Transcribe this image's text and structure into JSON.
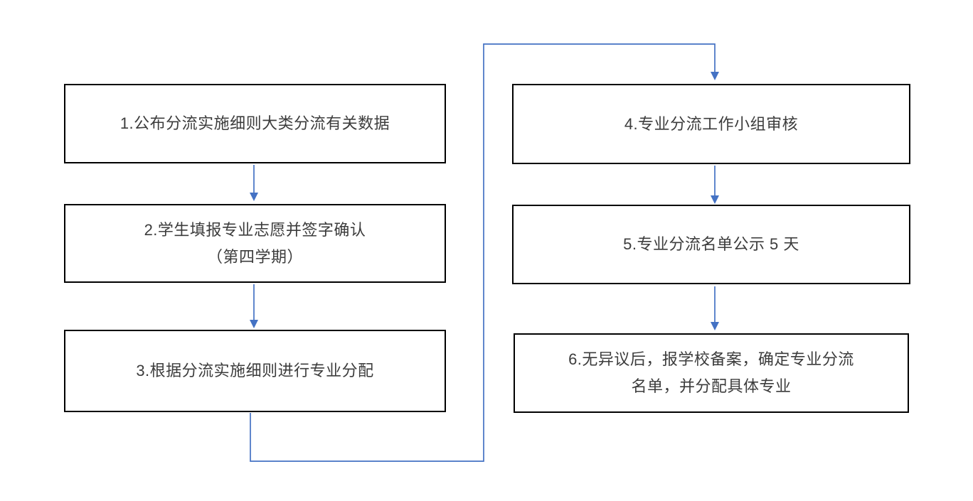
{
  "diagram": {
    "type": "flowchart",
    "description_not_shown_on_screen": false,
    "steps": [
      {
        "id": "step-1",
        "label": "1.公布分流实施细则大类分流有关数据"
      },
      {
        "id": "step-2",
        "label": "2.学生填报专业志愿并签字确认\n（第四学期）"
      },
      {
        "id": "step-3",
        "label": "3.根据分流实施细则进行专业分配"
      },
      {
        "id": "step-4",
        "label": "4.专业分流工作小组审核"
      },
      {
        "id": "step-5",
        "label": "5.专业分流名单公示 5 天"
      },
      {
        "id": "step-6",
        "label": "6.无异议后，报学校备案，确定专业分流\n名单，并分配具体专业"
      }
    ],
    "flow": [
      "step-1 -> step-2",
      "step-2 -> step-3",
      "step-3 -> step-4",
      "step-4 -> step-5",
      "step-5 -> step-6"
    ]
  },
  "colors": {
    "connector_blue": "#4472c4",
    "box_border": "#000000",
    "text": "#3c3c3c",
    "background": "#ffffff"
  }
}
